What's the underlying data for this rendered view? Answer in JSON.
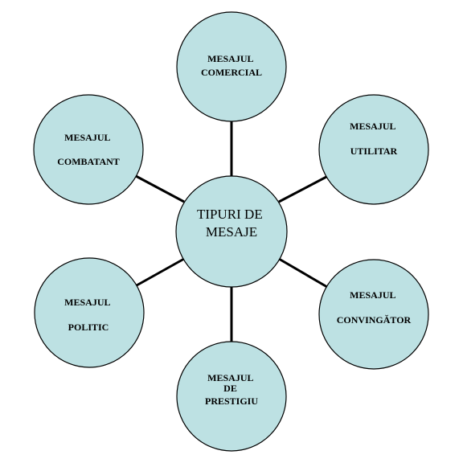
{
  "diagram": {
    "center": {
      "lines": [
        "TIPURI DE",
        "MESAJE"
      ]
    },
    "nodes": [
      {
        "lines": [
          "MESAJUL",
          "COMERCIAL"
        ]
      },
      {
        "lines": [
          "MESAJUL",
          "UTILITAR"
        ]
      },
      {
        "lines": [
          "MESAJUL",
          "CONVINGĂTOR"
        ]
      },
      {
        "lines": [
          "MESAJUL",
          "DE",
          "PRESTIGIU"
        ]
      },
      {
        "lines": [
          "MESAJUL",
          "POLITIC"
        ]
      },
      {
        "lines": [
          "MESAJUL",
          "COMBATANT"
        ]
      }
    ],
    "colors": {
      "circle_fill": "#bde1e3",
      "outline": "#000000",
      "background": "#ffffff"
    }
  }
}
